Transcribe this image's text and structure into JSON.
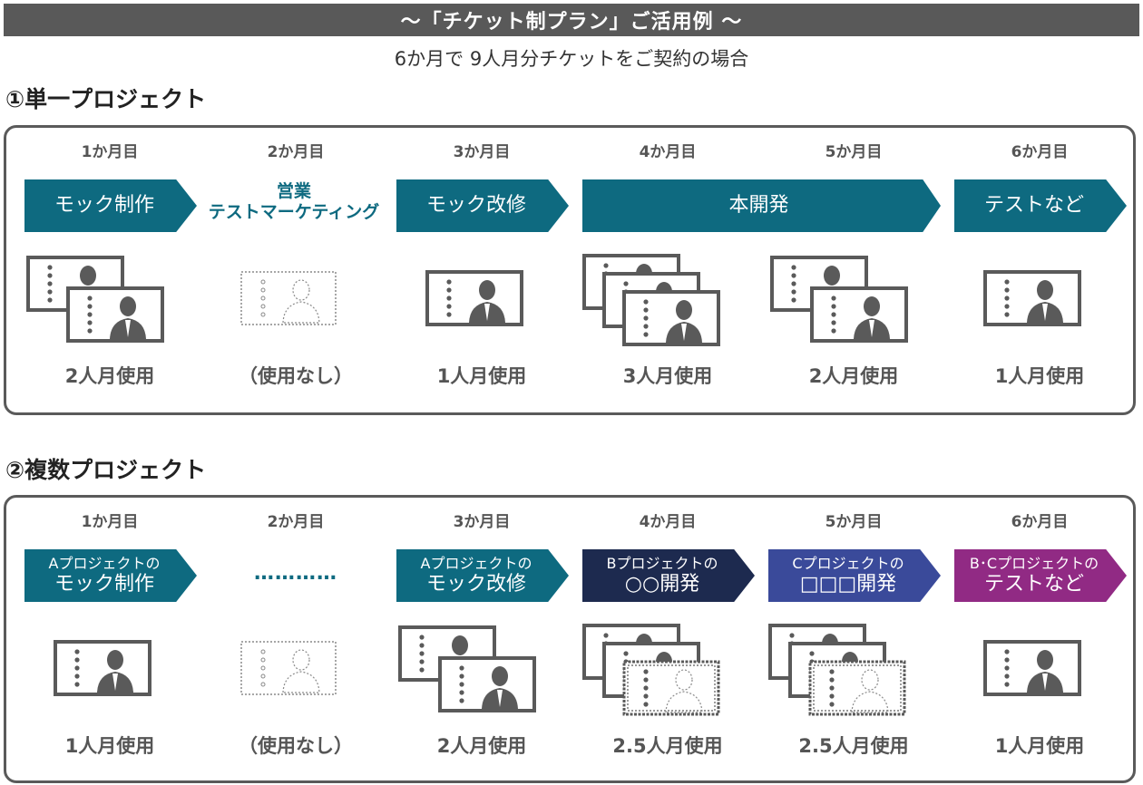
{
  "header": {
    "banner": "〜「チケット制プラン」ご活用例 〜",
    "subtitle": "6か月で 9人月分チケットをご契約の場合"
  },
  "colors": {
    "teal": "#0e6a80",
    "navy": "#1d2a4f",
    "indigo": "#3a4a9a",
    "purple": "#912a84",
    "ticket_stroke": "#5a5a5a"
  },
  "sections": [
    {
      "title": "①単一プロジェクト",
      "months": [
        {
          "month": "1か月目",
          "label_lines": [
            "モック制作"
          ],
          "label_style": "arrow",
          "color": "#0e6a80",
          "usage": "2人月使用",
          "tickets": [
            1,
            1
          ]
        },
        {
          "month": "2か月目",
          "label_lines": [
            "営業",
            "テストマーケティング"
          ],
          "label_style": "plain",
          "usage": "（使用なし）",
          "tickets": [
            0
          ]
        },
        {
          "month": "3か月目",
          "label_lines": [
            "モック改修"
          ],
          "label_style": "arrow",
          "color": "#0e6a80",
          "usage": "1人月使用",
          "tickets": [
            1
          ]
        },
        {
          "month": "4か月目",
          "label_lines": [
            "本開発"
          ],
          "label_style": "arrow-wide",
          "color": "#0e6a80",
          "usage": "3人月使用",
          "tickets": [
            1,
            1,
            1
          ]
        },
        {
          "month": "5か月目",
          "label_lines": [],
          "label_style": "none",
          "usage": "2人月使用",
          "tickets": [
            1,
            1
          ]
        },
        {
          "month": "6か月目",
          "label_lines": [
            "テストなど"
          ],
          "label_style": "arrow",
          "color": "#0e6a80",
          "usage": "1人月使用",
          "tickets": [
            1
          ]
        }
      ]
    },
    {
      "title": "②複数プロジェクト",
      "months": [
        {
          "month": "1か月目",
          "label_lines": [
            "Aプロジェクトの",
            "モック制作"
          ],
          "label_style": "arrow",
          "color": "#0e6a80",
          "usage": "1人月使用",
          "tickets": [
            1
          ]
        },
        {
          "month": "2か月目",
          "label_lines": [
            "…………"
          ],
          "label_style": "dots",
          "usage": "（使用なし）",
          "tickets": [
            0
          ]
        },
        {
          "month": "3か月目",
          "label_lines": [
            "Aプロジェクトの",
            "モック改修"
          ],
          "label_style": "arrow",
          "color": "#0e6a80",
          "usage": "2人月使用",
          "tickets": [
            1,
            1
          ]
        },
        {
          "month": "4か月目",
          "label_lines": [
            "Bプロジェクトの",
            "○○開発"
          ],
          "label_style": "arrow",
          "color": "#1d2a4f",
          "usage": "2.5人月使用",
          "tickets": [
            1,
            1,
            0.5
          ]
        },
        {
          "month": "5か月目",
          "label_lines": [
            "Cプロジェクトの",
            "□□□開発"
          ],
          "label_style": "arrow",
          "color": "#3a4a9a",
          "usage": "2.5人月使用",
          "tickets": [
            1,
            1,
            0.5
          ]
        },
        {
          "month": "6か月目",
          "label_lines": [
            "B･Cプロジェクトの",
            "テストなど"
          ],
          "label_style": "arrow",
          "color": "#912a84",
          "usage": "1人月使用",
          "tickets": [
            1
          ]
        }
      ]
    }
  ]
}
